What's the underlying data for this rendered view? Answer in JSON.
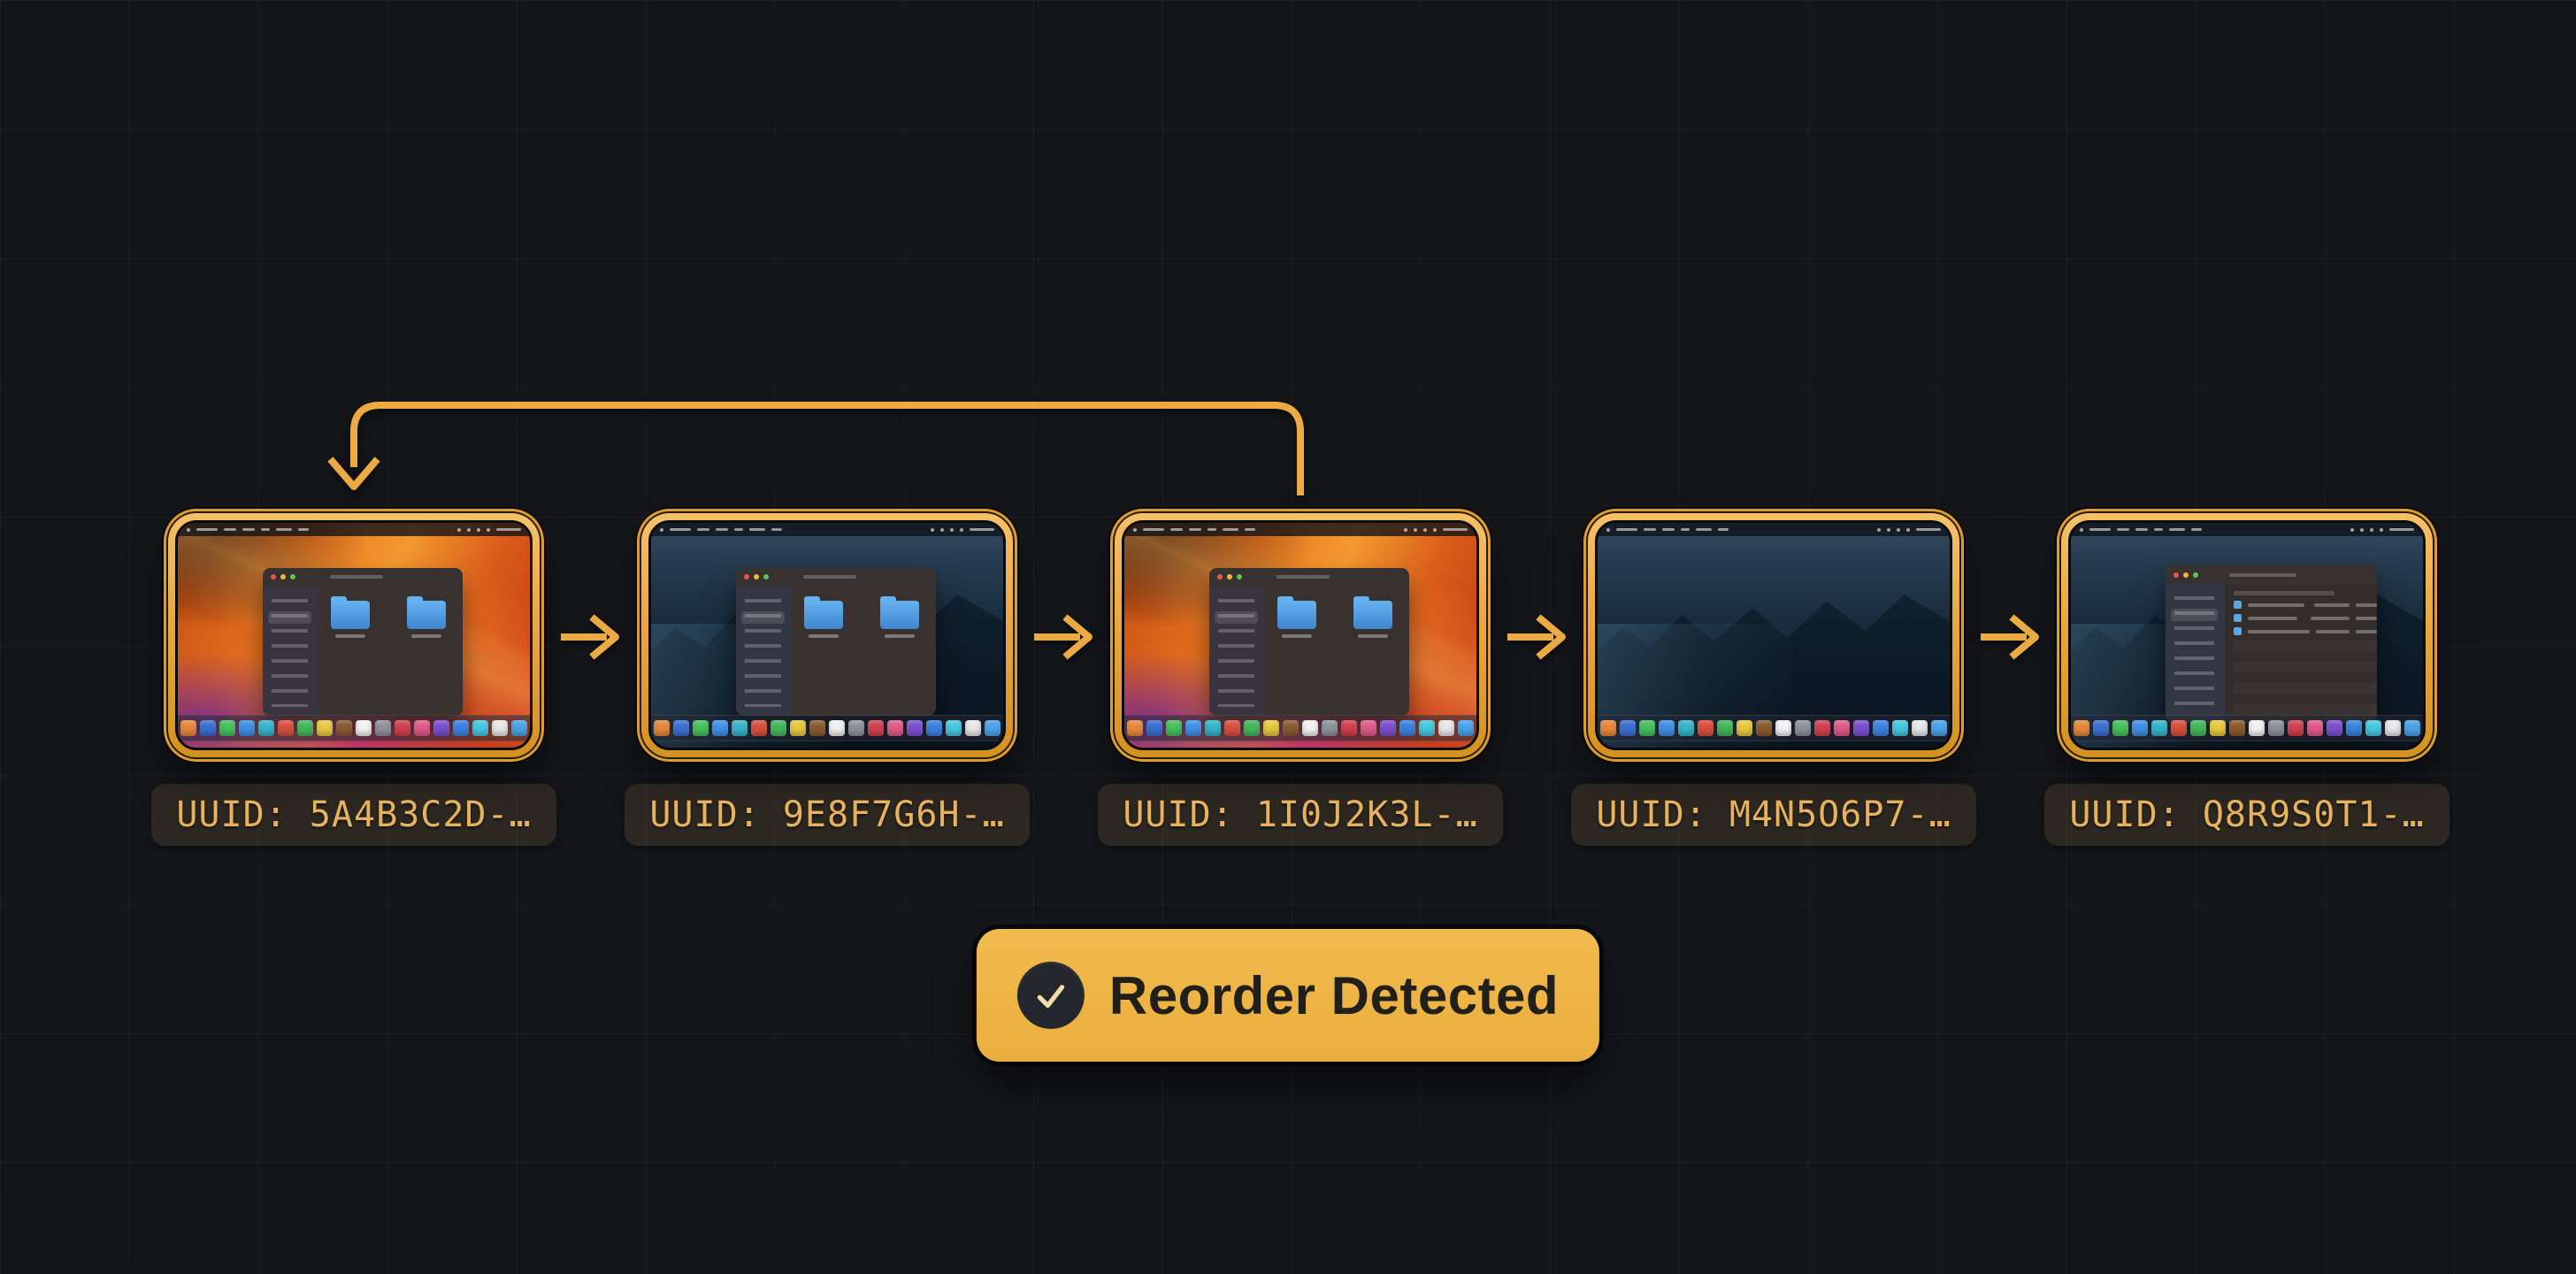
{
  "colors": {
    "background": "#15161a",
    "grid_line_rgba": "rgba(255,255,255,0.035)",
    "accent_gold": "#ECAB42",
    "frame_border_gold": "#E9A73F",
    "uuid_text": "#E7B15E",
    "uuid_pill_bg": "rgba(210,172,92,0.13)",
    "badge_bg": "#EBAF3E",
    "badge_text": "#211F1A",
    "badge_circle_bg": "#23262C",
    "check_mark": "#F2DEA8"
  },
  "frames": [
    {
      "uuid_label": "UUID: 5A4B3C2D-…",
      "wallpaper": "ventura-orange-abstract",
      "window": "finder-folders"
    },
    {
      "uuid_label": "UUID: 9E8F7G6H-…",
      "wallpaper": "dark-coast-night",
      "window": "finder-folders"
    },
    {
      "uuid_label": "UUID: 1I0J2K3L-…",
      "wallpaper": "ventura-orange-abstract",
      "window": "finder-folders"
    },
    {
      "uuid_label": "UUID: M4N5O6P7-…",
      "wallpaper": "dark-coast-night",
      "window": "none"
    },
    {
      "uuid_label": "UUID: Q8R9S0T1-…",
      "wallpaper": "dark-coast-night",
      "window": "finder-list"
    }
  ],
  "badge": {
    "label": "Reorder Detected",
    "icon": "check-icon"
  },
  "flow": {
    "sequence_arrows": 4,
    "loop_arrow": {
      "from": "frame-3",
      "to": "frame-1"
    }
  },
  "dock": {
    "colors": [
      "#4f8ef0",
      "#e8883a",
      "#3b6fd4",
      "#43c15c",
      "#3f8fe8",
      "#35b5c9",
      "#d94f3d",
      "#43b85a",
      "#e8c93f",
      "#8a5a2f",
      "#f2f2f2",
      "#8d929c",
      "#d23f4e",
      "#e05a8a",
      "#7b4fd0",
      "#3b82e0",
      "#45c8e0",
      "#e8e8ea",
      "#4aa3e8",
      "#9aa0a8"
    ]
  }
}
